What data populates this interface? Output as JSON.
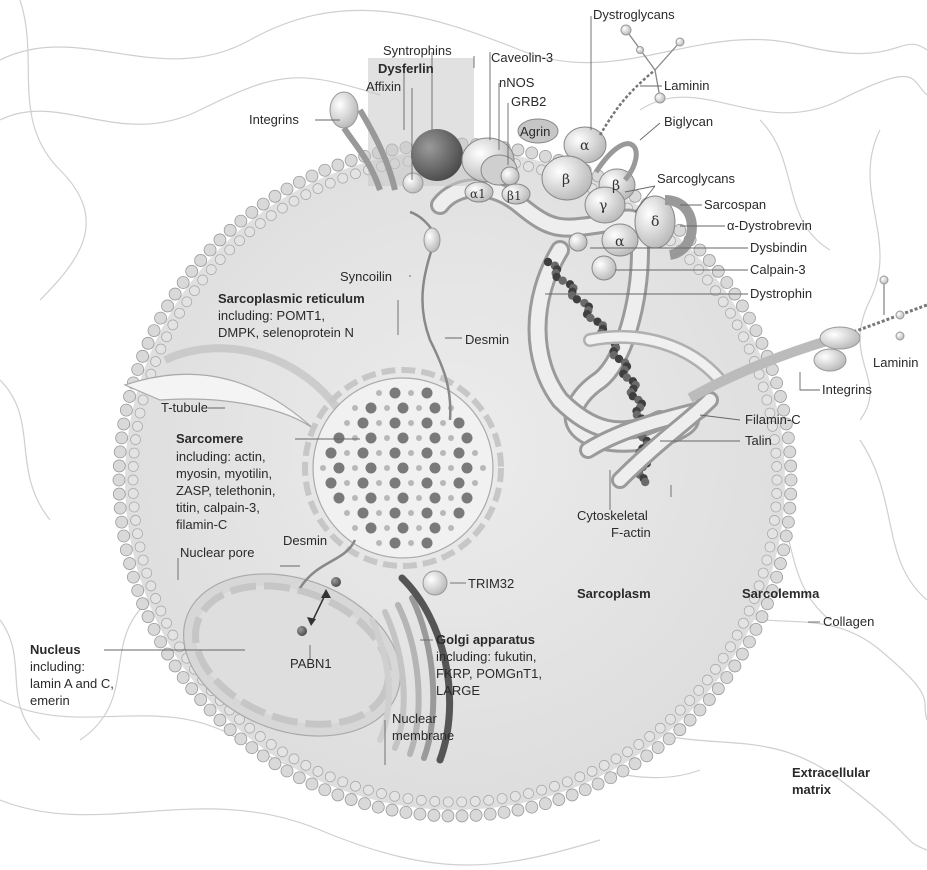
{
  "labels": {
    "syntrophins": "Syntrophins",
    "dysferlin": "Dysferlin",
    "affixin": "Affixin",
    "integrins_top": "Integrins",
    "caveolin3": "Caveolin-3",
    "nnos": "nNOS",
    "grb2": "GRB2",
    "agrin": "Agrin",
    "dystroglycans": "Dystroglycans",
    "laminin_top": "Laminin",
    "biglycan": "Biglycan",
    "sarcoglycans": "Sarcoglycans",
    "sarcospan": "Sarcospan",
    "a_dystrobrevin": "α-Dystrobrevin",
    "dysbindin": "Dysbindin",
    "calpain3": "Calpain-3",
    "dystrophin": "Dystrophin",
    "laminin_right": "Laminin",
    "integrins_right": "Integrins",
    "filamin_c": "Filamin-C",
    "talin": "Talin",
    "cytoskeletal_1": "Cytoskeletal",
    "cytoskeletal_2": "F-actin",
    "syncoilin": "Syncoilin",
    "sr_title": "Sarcoplasmic reticulum",
    "sr_line1": "including: POMT1,",
    "sr_line2": "DMPK, selenoprotein N",
    "desmin_top": "Desmin",
    "t_tubule": "T-tubule",
    "sarcomere_title": "Sarcomere",
    "sarcomere_lines": [
      "including: actin,",
      "myosin, myotilin,",
      "ZASP, telethonin,",
      "titin, calpain-3,",
      "filamin-C"
    ],
    "nuclear_pore": "Nuclear pore",
    "desmin_bottom": "Desmin",
    "trim32": "TRIM32",
    "sarcoplasm": "Sarcoplasm",
    "sarcolemma": "Sarcolemma",
    "collagen": "Collagen",
    "nucleus_title": "Nucleus",
    "nucleus_lines": [
      "including:",
      "lamin A and C,",
      "emerin"
    ],
    "pabn1": "PABN1",
    "golgi_title": "Golgi apparatus",
    "golgi_lines": [
      "including: fukutin,",
      "FKRP, POMGnT1,",
      "LARGE"
    ],
    "nuclear_membrane_1": "Nuclear",
    "nuclear_membrane_2": "membrane",
    "ecm_1": "Extracellular",
    "ecm_2": "matrix"
  },
  "greek": {
    "alpha_dg": "α",
    "beta_dg": "β",
    "beta_sg": "β",
    "gamma_sg": "γ",
    "alpha_sg": "α",
    "delta_sg": "δ",
    "alpha1": "α1",
    "beta1": "β1"
  },
  "colors": {
    "cell_fill": "#e6e6e6",
    "membrane_head": "#d9d9d9",
    "membrane_stroke": "#9a9a9a",
    "protein_fill": "#d0d0d0",
    "dark_bead": "#555555",
    "text": "#2a2a2a"
  }
}
